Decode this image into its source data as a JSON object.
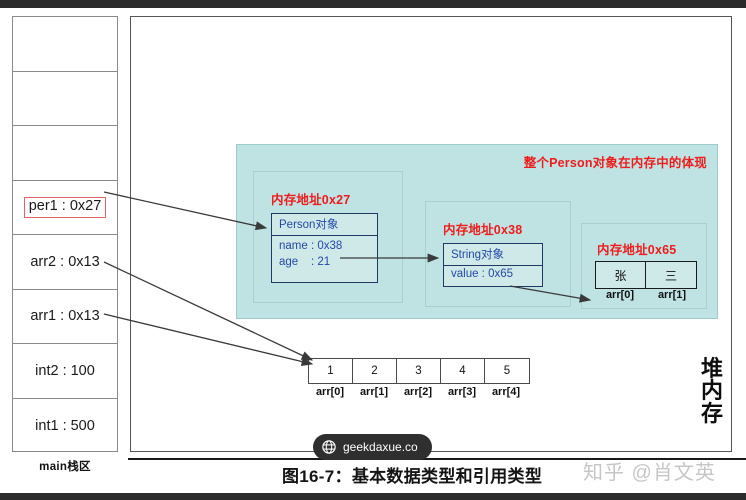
{
  "stack": {
    "cells": [
      {
        "text": "",
        "highlight": false,
        "empty": true
      },
      {
        "text": "",
        "highlight": false,
        "empty": true
      },
      {
        "text": "",
        "highlight": false,
        "empty": true
      },
      {
        "text": "per1 : 0x27",
        "highlight": true,
        "empty": false
      },
      {
        "text": "arr2 : 0x13",
        "highlight": false,
        "empty": false
      },
      {
        "text": "arr1 : 0x13",
        "highlight": false,
        "empty": false
      },
      {
        "text": "int2 : 100",
        "highlight": false,
        "empty": false
      },
      {
        "text": "int1 : 500",
        "highlight": false,
        "empty": false
      }
    ],
    "label": "main栈区"
  },
  "heap": {
    "vertical_label": "堆内存",
    "cyan_title": "整个Person对象在内存中的体现",
    "person_block": {
      "address_title": "内存地址0x27",
      "header": "Person对象",
      "fields": "name : 0x38\nage    : 21"
    },
    "string_block": {
      "address_title": "内存地址0x38",
      "header": "String对象",
      "field": "value : 0x65"
    },
    "char_block": {
      "address_title": "内存地址0x65",
      "cells": [
        "张",
        "三"
      ],
      "labels": [
        "arr[0]",
        "arr[1]"
      ]
    },
    "int_array": {
      "cells": [
        "1",
        "2",
        "3",
        "4",
        "5"
      ],
      "labels": [
        "arr[0]",
        "arr[1]",
        "arr[2]",
        "arr[3]",
        "arr[4]"
      ]
    }
  },
  "footer": {
    "caption": "图16-7：基本数据类型和引用类型",
    "watermark": "知乎 @肖文英",
    "badge": "geekdaxue.co"
  },
  "colors": {
    "cyan_bg": "#bfe3e3",
    "red_title": "#ee1c1c",
    "blue_text": "#2449a8",
    "navy_border": "#1f3864",
    "highlight_border": "#e06666"
  }
}
